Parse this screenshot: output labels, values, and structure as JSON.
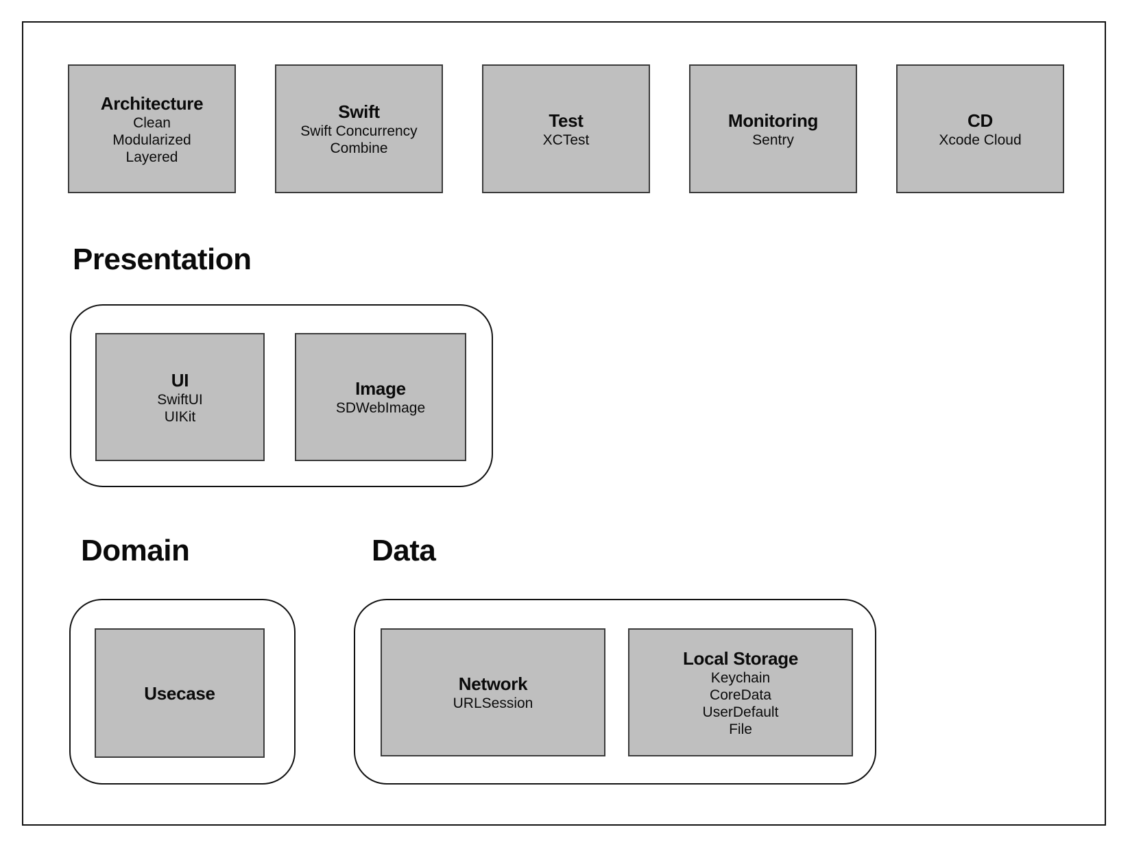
{
  "colors": {
    "background": "#ffffff",
    "box_fill": "#bfbfbf",
    "box_border": "#3a3a3a",
    "frame_border": "#111111",
    "text": "#0a0a0a"
  },
  "top_boxes": [
    {
      "title": "Architecture",
      "items": [
        "Clean",
        "Modularized",
        "Layered"
      ]
    },
    {
      "title": "Swift",
      "items": [
        "Swift Concurrency",
        "Combine"
      ]
    },
    {
      "title": "Test",
      "items": [
        "XCTest"
      ]
    },
    {
      "title": "Monitoring",
      "items": [
        "Sentry"
      ]
    },
    {
      "title": "CD",
      "items": [
        "Xcode Cloud"
      ]
    }
  ],
  "sections": {
    "presentation": {
      "title": "Presentation",
      "boxes": [
        {
          "title": "UI",
          "items": [
            "SwiftUI",
            "UIKit"
          ]
        },
        {
          "title": "Image",
          "items": [
            "SDWebImage"
          ]
        }
      ]
    },
    "domain": {
      "title": "Domain",
      "boxes": [
        {
          "title": "Usecase",
          "items": []
        }
      ]
    },
    "data": {
      "title": "Data",
      "boxes": [
        {
          "title": "Network",
          "items": [
            "URLSession"
          ]
        },
        {
          "title": "Local Storage",
          "items": [
            "Keychain",
            "CoreData",
            "UserDefault",
            "File"
          ]
        }
      ]
    }
  }
}
